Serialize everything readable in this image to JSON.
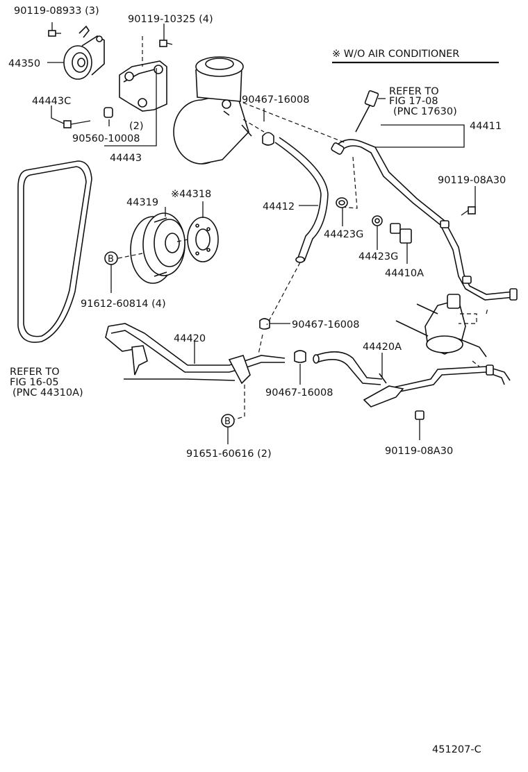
{
  "labels": {
    "p_90119_08933": "90119-08933 (3)",
    "p_90119_10325": "90119-10325 (4)",
    "p_44350": "44350",
    "p_44443C": "44443C",
    "p_paren2": "(2)",
    "p_90560": "90560-10008",
    "p_44443": "44443",
    "p_44319": "44319",
    "p_44318": "※44318",
    "p_91612": "91612-60814 (4)",
    "p_44412": "44412",
    "p_90467_a": "90467-16008",
    "p_44423G_a": "44423G",
    "p_44423G_b": "44423G",
    "p_44410A": "44410A",
    "p_44411": "44411",
    "p_90119_08A30_a": "90119-08A30",
    "p_90467_b": "90467-16008",
    "p_44420": "44420",
    "p_90467_c": "90467-16008",
    "p_44420A": "44420A",
    "p_90119_08A30_b": "90119-08A30",
    "p_91651": "91651-60616 (2)",
    "ref_17_1": "REFER TO",
    "ref_17_2": "FIG 17-08",
    "ref_17_3": "(PNC 17630)",
    "ref_16_1": "REFER TO",
    "ref_16_2": "FIG 16-05",
    "ref_16_3": "(PNC 44310A)",
    "note": "※ W/O AIR CONDITIONER",
    "b_marker": "B",
    "diagram_id": "451207-C"
  }
}
